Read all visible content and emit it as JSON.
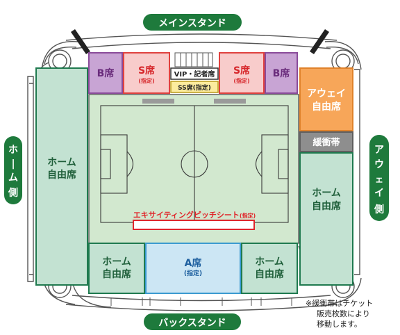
{
  "stands": {
    "main": "メインスタンド",
    "back": "バックスタンド",
    "home_side": [
      "ホ",
      "|",
      "ム",
      "側"
    ],
    "away_side": [
      "ア",
      "ウ",
      "ェ",
      "イ",
      "側"
    ]
  },
  "sections": {
    "b_left": "B席",
    "s_left": {
      "name": "S席",
      "sub": "(指定)"
    },
    "vip": "VIP・記者席",
    "ss": "SS席(指定)",
    "s_right": {
      "name": "S席",
      "sub": "(指定)"
    },
    "b_right": "B席",
    "away_free": [
      "アウェイ",
      "自由席"
    ],
    "buffer": "緩衝帯",
    "home_free_left": [
      "ホーム",
      "自由席"
    ],
    "home_free_right": [
      "ホーム",
      "自由席"
    ],
    "home_free_bottom_left": [
      "ホーム",
      "自由席"
    ],
    "a_seat": {
      "name": "A席",
      "sub": "(指定)"
    },
    "home_free_bottom_right": [
      "ホーム",
      "自由席"
    ],
    "exciting": "エキサイティングピッチシート",
    "exciting_sub": "(指定)"
  },
  "note": [
    "※緩衝帯はチケット",
    "販売枚数により",
    "移動します。"
  ],
  "colors": {
    "green_dark": "#1e7a3c",
    "home_fill": "#c3e2d2",
    "home_stroke": "#1f7a4f",
    "purple_fill": "#c8a4d4",
    "purple_stroke": "#8a4b9a",
    "pink_fill": "#f8cccb",
    "pink_stroke": "#e0413e",
    "yellow_fill": "#fcec9e",
    "orange_fill": "#f7a659",
    "gray_fill": "#8e8e8e",
    "blue_fill": "#cce6f4",
    "pitch": "#d2e8cf",
    "red": "#e0262b"
  }
}
